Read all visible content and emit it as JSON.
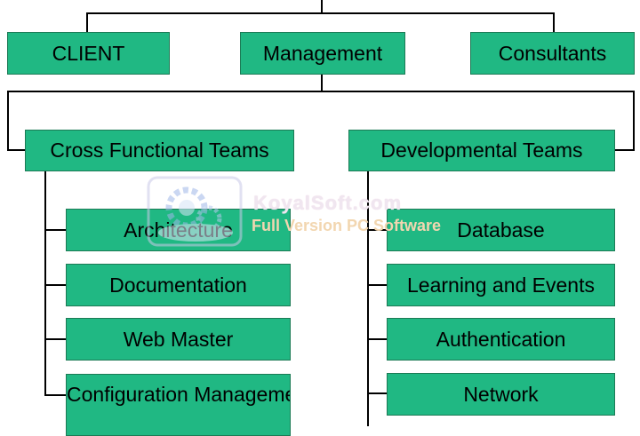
{
  "colors": {
    "box_fill": "#20b883",
    "box_border": "#1c7a55",
    "line": "#000000"
  },
  "top_row": [
    {
      "label": "CLIENT"
    },
    {
      "label": "Management"
    },
    {
      "label": "Consultants"
    }
  ],
  "branches": [
    {
      "label": "Cross Functional Teams",
      "children": [
        "Architecture",
        "Documentation",
        "Web Master",
        "Configuration Management"
      ]
    },
    {
      "label": "Developmental Teams",
      "children": [
        "Database",
        "Learning and Events",
        "Authentication",
        "Network"
      ]
    }
  ],
  "watermark": {
    "line1": "KoyalSoft.com",
    "line2": "Full Version PC Software",
    "icon": "gear-cloud-icon"
  }
}
